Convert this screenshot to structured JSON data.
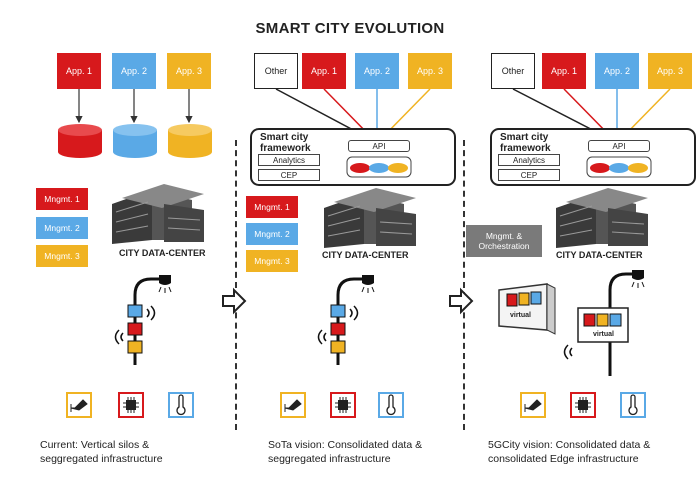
{
  "title": "SMART CITY EVOLUTION",
  "colors": {
    "red": "#d7191c",
    "blue": "#5aa9e6",
    "yellow": "#f0b323",
    "gray": "#7a7a7a"
  },
  "panels": [
    {
      "apps": [
        "App. 1",
        "App. 2",
        "App. 3"
      ],
      "mgmt": [
        "Mngmt. 1",
        "Mngmt. 2",
        "Mngmt. 3"
      ],
      "datacenter_label": "CITY DATA-CENTER",
      "caption": [
        "Current: Vertical silos &",
        "seggregated infrastructure"
      ]
    },
    {
      "other_label": "Other",
      "apps": [
        "App. 1",
        "App. 2",
        "App. 3"
      ],
      "framework_label": [
        "Smart city",
        "framework"
      ],
      "api_label": "API",
      "analytics_label": "Analytics",
      "cep_label": "CEP",
      "mgmt": [
        "Mngmt. 1",
        "Mngmt. 2",
        "Mngmt. 3"
      ],
      "datacenter_label": "CITY DATA-CENTER",
      "caption": [
        "SoTa vision: Consolidated data &",
        "seggregated infrastructure"
      ]
    },
    {
      "other_label": "Other",
      "apps": [
        "App. 1",
        "App. 2",
        "App. 3"
      ],
      "framework_label": [
        "Smart city",
        "framework"
      ],
      "api_label": "API",
      "analytics_label": "Analytics",
      "cep_label": "CEP",
      "orchestration_label": [
        "Mngmt. &",
        "Orchestration"
      ],
      "datacenter_label": "CITY DATA-CENTER",
      "virtual_label": "virtual",
      "caption": [
        "5GCity vision: Consolidated data &",
        "consolidated Edge infrastructure"
      ]
    }
  ],
  "icons": [
    "camera-icon",
    "chip-icon",
    "thermometer-icon",
    "streetlight-icon",
    "wireless-signal-icon",
    "server-rack-icon",
    "database-icon",
    "arrow-right-icon"
  ]
}
